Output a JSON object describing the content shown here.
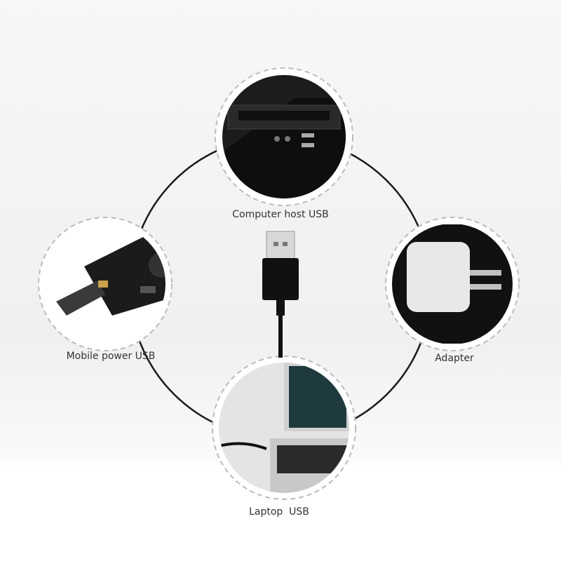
{
  "labels": {
    "top": "Computer host USB",
    "left": "Mobile power USB",
    "right": "Adapter",
    "bottom": "Laptop  USB"
  },
  "colors": {
    "ring": "#1a1a1a",
    "dashed": "#b8b8b8",
    "cable": "#111111"
  }
}
